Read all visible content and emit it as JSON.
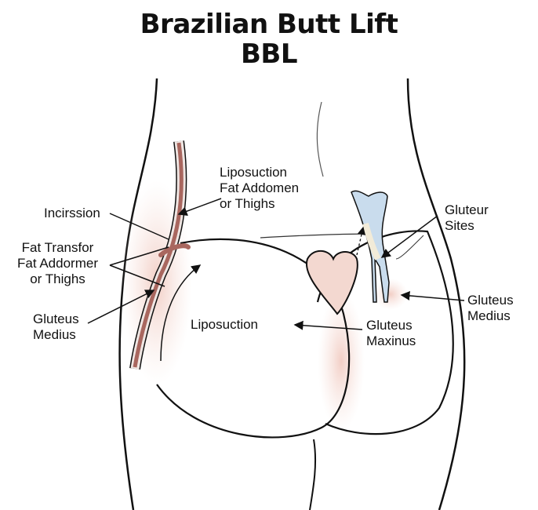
{
  "title": {
    "line1": "Brazilian Butt Lift",
    "line2": "BBL"
  },
  "labels": {
    "liposuction_top": [
      "Liposuction",
      "Fat Addomen",
      "or Thighs"
    ],
    "incision": "Incirssion",
    "fat_transfer": [
      "Fat Transfor",
      "Fat Addormer",
      "or Thighs"
    ],
    "gluteus_medius_left": [
      "Gluteus",
      "Medius"
    ],
    "liposuction_center": "Liposuction",
    "gluteur_sites": [
      "Gluteur",
      "Sites"
    ],
    "gluteus_medius_right": [
      "Gluteus",
      "Medius"
    ],
    "gluteus_maximus": [
      "Gluteus",
      "Maxinus"
    ]
  },
  "colors": {
    "skin_shade": "#f3d6cf",
    "muscle": "#a9675f",
    "bone": "#c9dced"
  }
}
